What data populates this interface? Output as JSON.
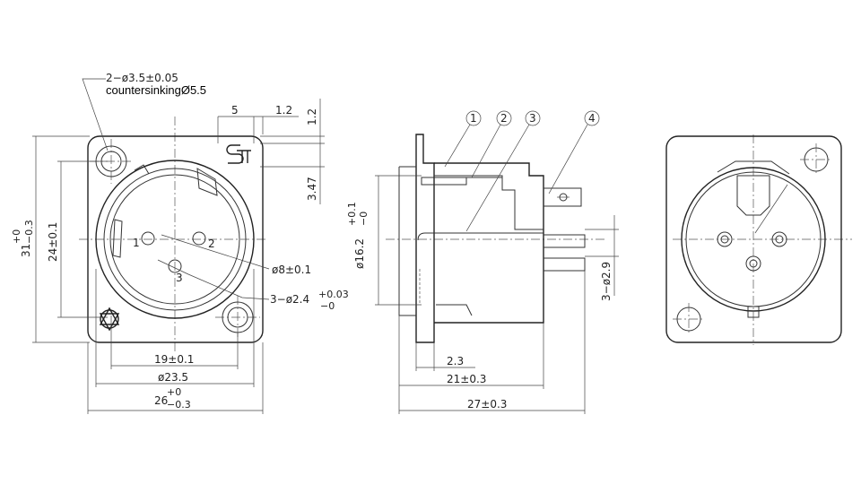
{
  "front_view": {
    "hole_callout": "2−ø3.5±0.05",
    "countersink_callout": "countersinkingØ5.5",
    "dim_top_5": "5",
    "dim_top_1_2": "1.2",
    "dim_right_1_2": "1.2",
    "dim_right_3_47": "3.47",
    "dim_height_31_main": "31",
    "dim_height_31_tol_upper": "+0",
    "dim_height_31_tol_lower": "−0.3",
    "dim_height_24": "24±0.1",
    "pin_1": "1",
    "pin_2": "2",
    "pin_3": "3",
    "dim_dia_8": "ø8±0.1",
    "dim_pin_dia_main": "3−ø2.4",
    "dim_pin_dia_tol_upper": "+0.03",
    "dim_pin_dia_tol_lower": "−0",
    "dim_19": "19±0.1",
    "dim_23_5": "ø23.5",
    "dim_26_main": "26",
    "dim_26_tol_upper": "+0",
    "dim_26_tol_lower": "−0.3"
  },
  "side_view": {
    "callout_1": "1",
    "callout_2": "2",
    "callout_3": "3",
    "callout_4": "4",
    "dim_dia_16_2_main": "ø16.2",
    "dim_dia_16_2_tol_upper": "+0.1",
    "dim_dia_16_2_tol_lower": "−0",
    "dim_2_9": "3−ø2.9",
    "dim_2_3": "2.3",
    "dim_21": "21±0.3",
    "dim_27": "27±0.3"
  },
  "colors": {
    "line": "#333333",
    "background": "#ffffff"
  }
}
